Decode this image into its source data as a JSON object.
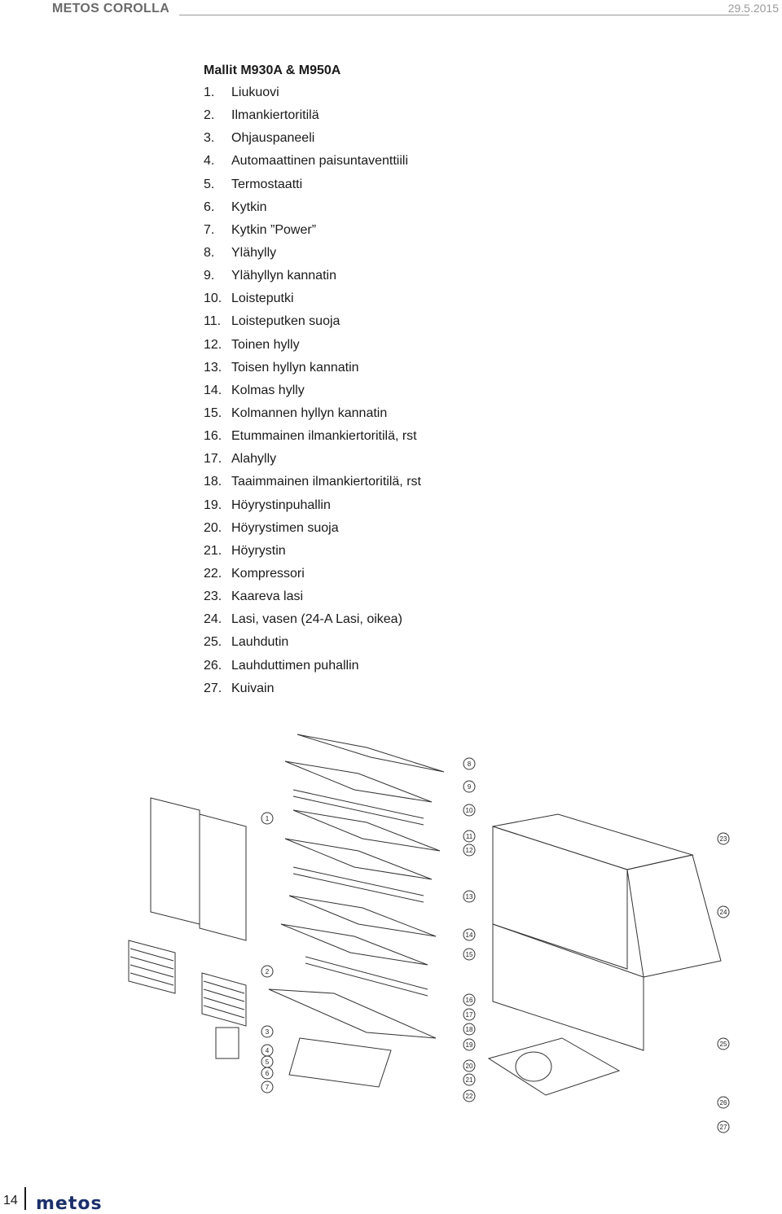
{
  "header": {
    "brand": "METOS COROLLA",
    "date": "29.5.2015"
  },
  "title": "Mallit M930A & M950A",
  "parts": [
    {
      "num": "1.",
      "label": "Liukuovi"
    },
    {
      "num": "2.",
      "label": "Ilmankiertoritilä"
    },
    {
      "num": "3.",
      "label": "Ohjauspaneeli"
    },
    {
      "num": "4.",
      "label": "Automaattinen paisuntaventtiili"
    },
    {
      "num": "5.",
      "label": "Termostaatti"
    },
    {
      "num": "6.",
      "label": "Kytkin"
    },
    {
      "num": "7.",
      "label": "Kytkin ”Power”"
    },
    {
      "num": "8.",
      "label": "Ylähylly"
    },
    {
      "num": "9.",
      "label": "Ylähyllyn kannatin"
    },
    {
      "num": "10.",
      "label": "Loisteputki"
    },
    {
      "num": "11.",
      "label": "Loisteputken suoja"
    },
    {
      "num": "12.",
      "label": "Toinen hylly"
    },
    {
      "num": "13.",
      "label": "Toisen hyllyn kannatin"
    },
    {
      "num": "14.",
      "label": "Kolmas hylly"
    },
    {
      "num": "15.",
      "label": "Kolmannen hyllyn kannatin"
    },
    {
      "num": "16.",
      "label": "Etummainen ilmankiertoritilä, rst"
    },
    {
      "num": "17.",
      "label": "Alahylly"
    },
    {
      "num": "18.",
      "label": "Taaimmainen ilmankiertoritilä, rst"
    },
    {
      "num": "19.",
      "label": "Höyrystinpuhallin"
    },
    {
      "num": "20.",
      "label": "Höyrystimen suoja"
    },
    {
      "num": "21.",
      "label": "Höyrystin"
    },
    {
      "num": "22.",
      "label": "Kompressori"
    },
    {
      "num": "23.",
      "label": "Kaareva lasi"
    },
    {
      "num": "24.",
      "label": "Lasi, vasen (24-A  Lasi, oikea)"
    },
    {
      "num": "25.",
      "label": "Lauhdutin"
    },
    {
      "num": "26.",
      "label": "Lauhduttimen puhallin"
    },
    {
      "num": "27.",
      "label": "Kuivain"
    }
  ],
  "callouts": [
    "1",
    "2",
    "3",
    "4",
    "5",
    "6",
    "7",
    "8",
    "9",
    "10",
    "11",
    "12",
    "13",
    "14",
    "15",
    "16",
    "17",
    "18",
    "19",
    "20",
    "21",
    "22",
    "23",
    "24",
    "25",
    "26",
    "27"
  ],
  "footer": {
    "page_number": "14",
    "logo_text": "metos",
    "logo_color": "#1b2f6b"
  }
}
